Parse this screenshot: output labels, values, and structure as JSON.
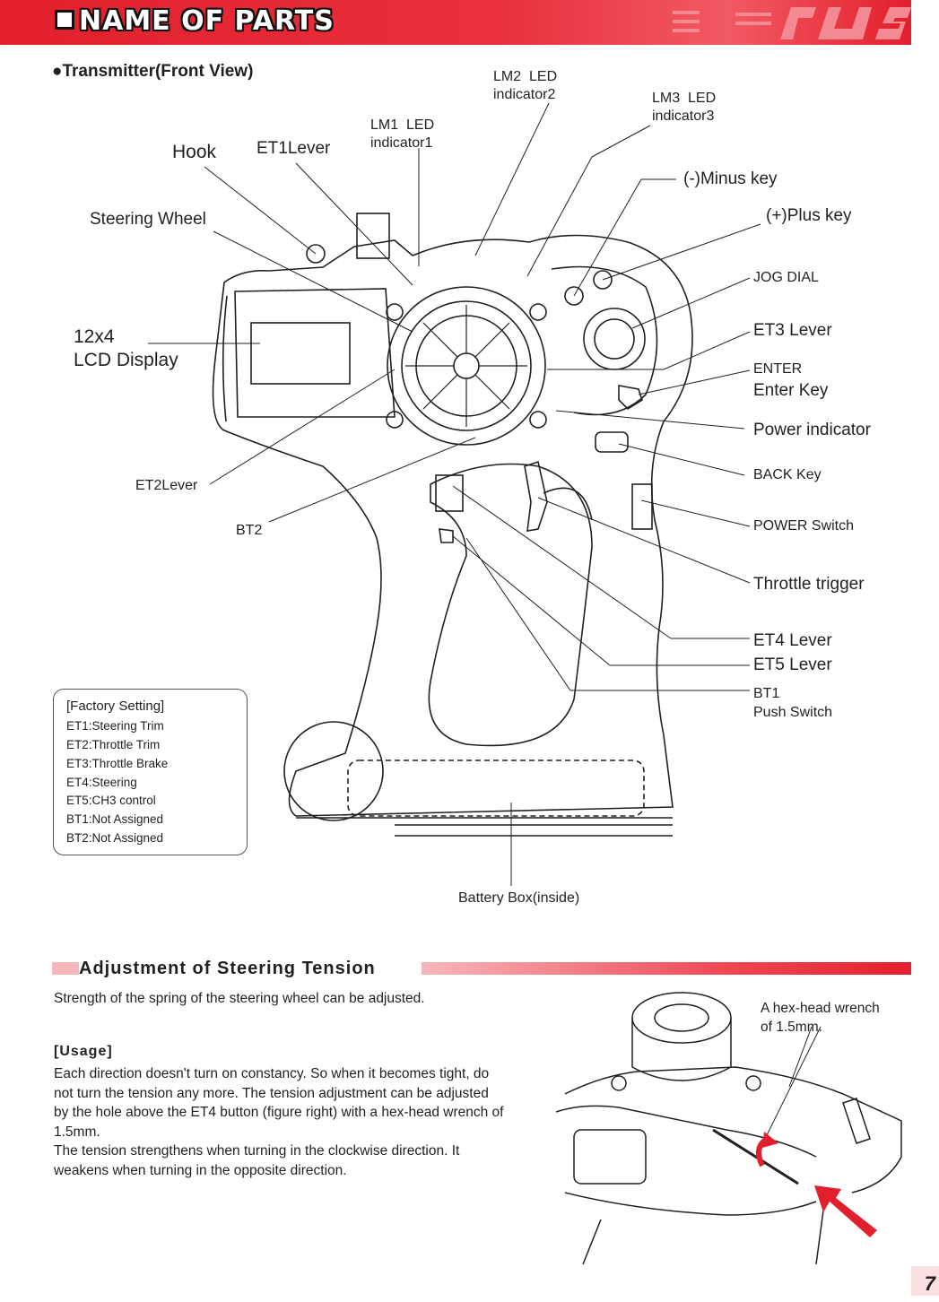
{
  "header": {
    "title": "NAME OF PARTS"
  },
  "section1": {
    "title": "Transmitter(Front View)"
  },
  "labels": {
    "lm2": "LM2  LED\nindicator2",
    "lm3": "LM3  LED\nindicator3",
    "lm1": "LM1  LED\nindicator1",
    "hook": "Hook",
    "et1": "ET1Lever",
    "minus_key": "(-)Minus key",
    "plus_key": "(+)Plus key",
    "steering_wheel": "Steering Wheel",
    "jog_dial": "JOG DIAL",
    "lcd_line1": "12x4",
    "lcd_line2": "LCD Display",
    "et3": "ET3 Lever",
    "enter_line1": "ENTER",
    "enter_line2": "Enter Key",
    "power_indicator": "Power indicator",
    "et2": "ET2Lever",
    "back_key": "BACK Key",
    "bt2": "BT2",
    "power_switch": "POWER Switch",
    "throttle_trigger": "Throttle trigger",
    "et4": "ET4 Lever",
    "et5": "ET5 Lever",
    "bt1_line1": "BT1",
    "bt1_line2": "Push Switch",
    "battery_box": "Battery Box(inside)"
  },
  "factory_setting": {
    "title": "[Factory Setting]",
    "items": [
      "ET1:Steering Trim",
      "ET2:Throttle Trim",
      "ET3:Throttle Brake",
      "ET4:Steering",
      "ET5:CH3 control",
      "BT1:Not Assigned",
      "BT2:Not Assigned"
    ]
  },
  "section2": {
    "title": "Adjustment of Steering Tension",
    "intro": "Strength of the spring of the steering wheel can be adjusted.",
    "usage_title": "[Usage]",
    "usage_lines": [
      "Each direction doesn't turn on constancy. So when it becomes tight, do",
      "not turn the tension any more. The tension adjustment can be adjusted",
      "by the hole above the ET4 button (figure right) with a hex-head wrench of",
      "1.5mm.",
      "The tension strengthens when turning in the clockwise direction. It",
      "weakens when turning in the opposite direction."
    ],
    "wrench_label_line1": "A hex-head wrench",
    "wrench_label_line2": "of 1.5mm."
  },
  "page_number": "7",
  "colors": {
    "accent": "#e21f2d",
    "text": "#231f20"
  }
}
